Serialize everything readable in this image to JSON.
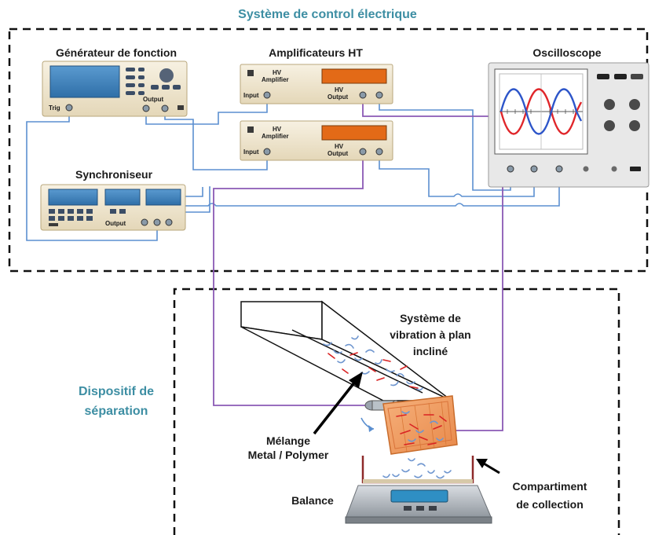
{
  "titles": {
    "control_system": "Système de control électrique",
    "separation_device_line1": "Dispositif de",
    "separation_device_line2": "séparation"
  },
  "devices": {
    "function_generator": "Générateur de fonction",
    "hv_amplifiers": "Amplificateurs HT",
    "oscilloscope": "Oscilloscope",
    "synchronizer": "Synchroniseur"
  },
  "panel_text": {
    "trig": "Trig",
    "output": "Output",
    "input": "Input",
    "hv": "HV",
    "amplifier": "Amplifier"
  },
  "separation": {
    "vibration_line1": "Système de",
    "vibration_line2": "vibration à plan",
    "vibration_line3": "incliné",
    "mixture_line1": "Mélange",
    "mixture_line2": "Metal / Polymer",
    "balance": "Balance",
    "compartment_line1": "Compartiment",
    "compartment_line2": "de collection"
  },
  "colors": {
    "title": "#3d8ea3",
    "signal_wire": "#5b8fd0",
    "hv_wire": "#8b59b5",
    "device_body": "#efe6d0",
    "amplifier_display": "#e36a17",
    "lcd_screen": "#3a7fb6",
    "sine_red": "#e0262a",
    "sine_blue": "#2d55c9",
    "electrode": "#f2a36b",
    "particles_red": "#d92323",
    "particles_blue": "#6f96cf"
  }
}
